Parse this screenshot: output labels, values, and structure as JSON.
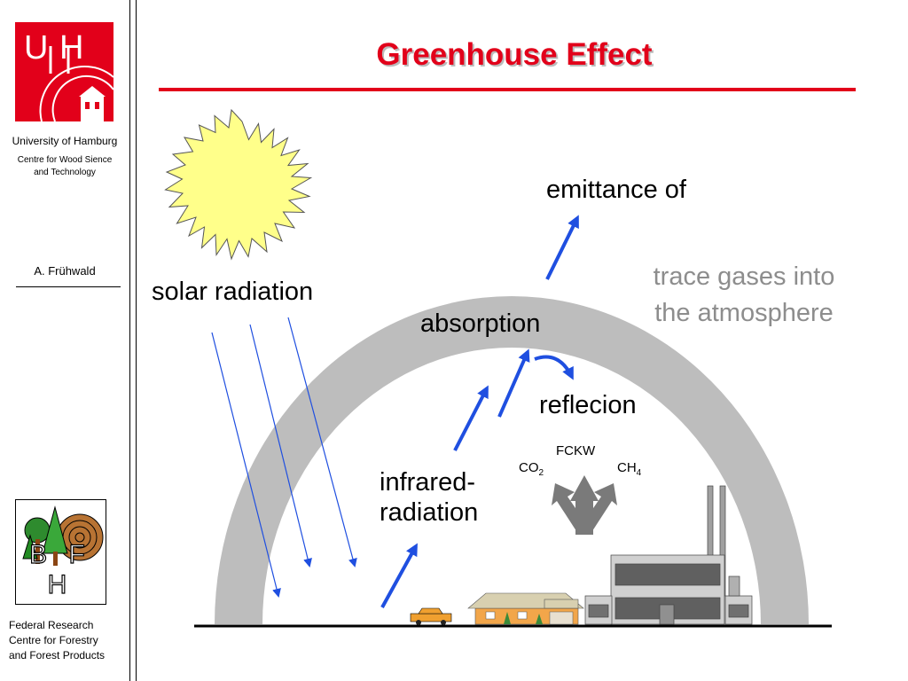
{
  "title": "Greenhouse Effect",
  "sidebar": {
    "logo_top_text": "U H",
    "university": "University of Hamburg",
    "centre_line1": "Centre for Wood Sience",
    "centre_line2": "and Technology",
    "author": "A. Frühwald",
    "bfh_logo_text": "B F H",
    "footer_line1": "Federal Research",
    "footer_line2": "Centre for Forestry",
    "footer_line3": "and Forest Products"
  },
  "diagram": {
    "solar_radiation": "solar radiation",
    "emittance": "emittance of",
    "trace_gases_line1": "trace gases into",
    "trace_gases_line2": "the atmosphere",
    "absorption": "absorption",
    "reflection": "reflecion",
    "infrared_line1": "infrared-",
    "infrared_line2": "radiation",
    "fckw": "FCKW",
    "co2_base": "CO",
    "co2_sub": "2",
    "ch4_base": "CH",
    "ch4_sub": "4"
  },
  "colors": {
    "accent_red": "#e2001a",
    "sun_fill": "#ffff8a",
    "arrow_blue": "#1f4fe0",
    "arch_gray": "#bdbdbd",
    "gray_text": "#8d8d8d"
  }
}
